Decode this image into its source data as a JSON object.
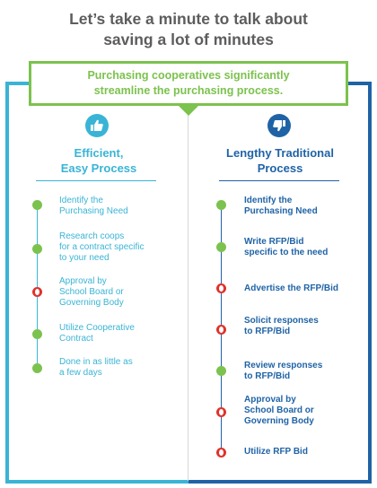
{
  "headline": {
    "line1": "Let’s take a minute to talk about",
    "line2": "saving a lot of minutes"
  },
  "banner": {
    "line1": "Purchasing cooperatives significantly",
    "line2": "streamline the purchasing process."
  },
  "left": {
    "icon": "thumbs-up-icon",
    "title_line1": "Efficient,",
    "title_line2": "Easy Process",
    "steps": [
      {
        "lines": [
          "Identify the",
          "Purchasing Need"
        ],
        "status": "green"
      },
      {
        "lines": [
          "Research coops",
          "for a contract specific",
          "to your need"
        ],
        "status": "green"
      },
      {
        "lines": [
          "Approval by",
          "School Board or",
          "Governing Body"
        ],
        "status": "red"
      },
      {
        "lines": [
          "Utilize Cooperative",
          "Contract"
        ],
        "status": "green"
      },
      {
        "lines": [
          "Done in as little as",
          "a few days"
        ],
        "status": "green"
      }
    ]
  },
  "right": {
    "icon": "thumbs-down-icon",
    "title_line1": "Lengthy Traditional",
    "title_line2": "Process",
    "steps": [
      {
        "lines": [
          "Identify the",
          "Purchasing Need"
        ],
        "status": "green"
      },
      {
        "lines": [
          "Write RFP/Bid",
          "specific to the need"
        ],
        "status": "green"
      },
      {
        "lines": [
          "Advertise the RFP/Bid"
        ],
        "status": "red"
      },
      {
        "lines": [
          "Solicit responses",
          "to RFP/Bid"
        ],
        "status": "red"
      },
      {
        "lines": [
          "Review responses",
          "to RFP/Bid"
        ],
        "status": "green"
      },
      {
        "lines": [
          "Approval by",
          "School Board or",
          "Governing Body"
        ],
        "status": "red"
      },
      {
        "lines": [
          "Utilize RFP Bid"
        ],
        "status": "red"
      }
    ]
  },
  "colors": {
    "green": "#7cc24e",
    "light_blue": "#3ab4d6",
    "dark_blue": "#1f63a6",
    "red": "#e0322b",
    "gray_text": "#5d5d5d"
  }
}
